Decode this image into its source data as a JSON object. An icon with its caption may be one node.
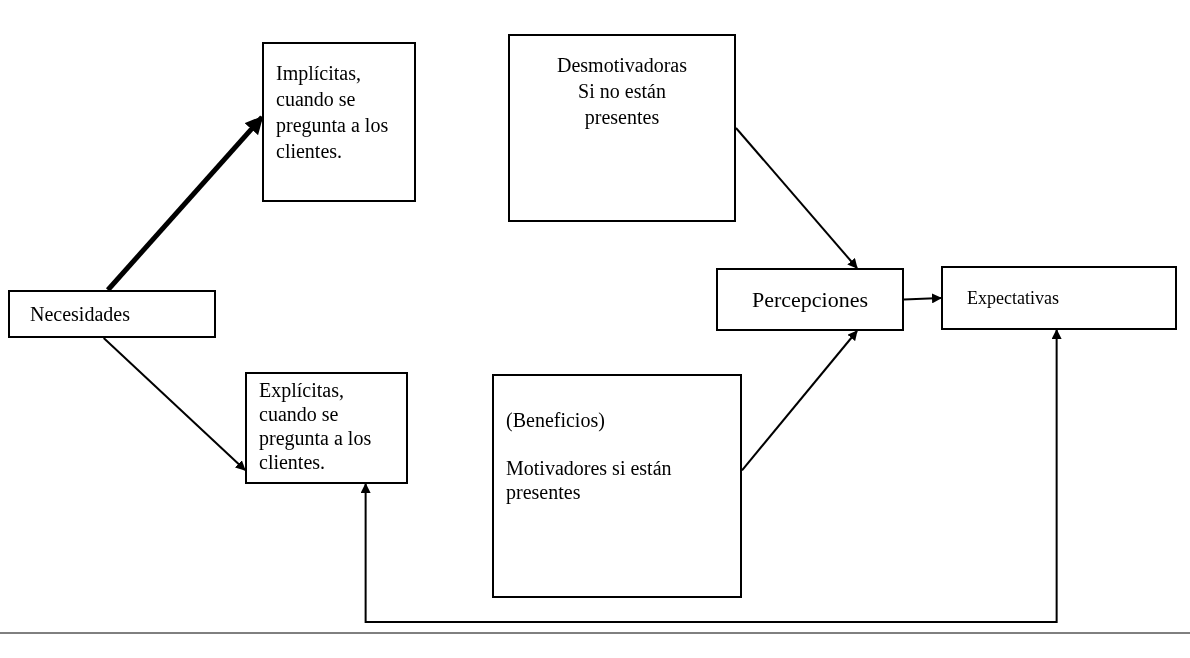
{
  "diagram": {
    "nodes": [
      {
        "text": [
          "Necesidades"
        ]
      },
      {
        "text": [
          "Implícitas, cuando se pregunta a los clientes."
        ]
      },
      {
        "text": [
          "Desmotivadoras Si no están presentes"
        ]
      },
      {
        "text": [
          "Explícitas, cuando se pregunta a los clientes."
        ]
      },
      {
        "text": [
          "(Beneficios)",
          "Motivadores si están presentes"
        ]
      },
      {
        "text": [
          "Percepciones"
        ]
      },
      {
        "text": [
          "Expectativas"
        ]
      }
    ],
    "edges": [
      {
        "from": 0,
        "to": 1,
        "arrow": "to",
        "style": "thick"
      },
      {
        "from": 0,
        "to": 3,
        "arrow": "to"
      },
      {
        "from": 2,
        "to": 5,
        "arrow": "to"
      },
      {
        "from": 4,
        "to": 5,
        "arrow": "to"
      },
      {
        "from": 5,
        "to": 6,
        "arrow": "to"
      },
      {
        "from": 6,
        "to": 3,
        "arrow": "both"
      }
    ]
  }
}
